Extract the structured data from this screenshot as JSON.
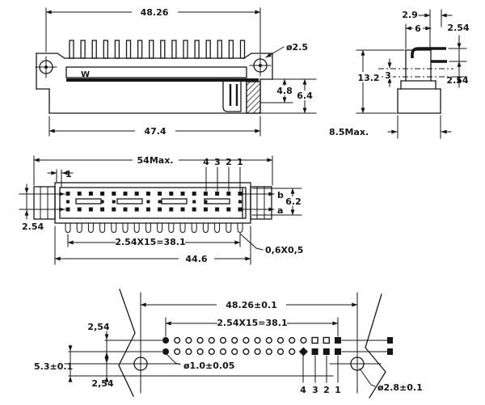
{
  "views": {
    "side": {
      "dim_width_top": "48.26",
      "hole_label": "ø2.5",
      "dim_h1": "4.8",
      "dim_h2": "6.4",
      "dim_width_bottom": "47.4",
      "logo": "W",
      "pin_count": 16
    },
    "profile": {
      "dim_a": "2.9",
      "dim_b": "6",
      "dim_pitch_top": "2.54",
      "dim_height": "13.2",
      "dim_c": "3",
      "dim_pitch_bottom": "2.54",
      "dim_base": "8.5Max."
    },
    "plan": {
      "dim_width_max": "54Max.",
      "dim_edge": "1",
      "pin_numbers": [
        "4",
        "3",
        "2",
        "1"
      ],
      "dim_pitch_row": "2.54",
      "row_top": "b",
      "row_bottom": "a",
      "dim_row_span": "6.2",
      "dim_pitch_total": "2.54X15=38.1",
      "dim_body_width": "44.6",
      "pin_note": "0,6X0,5",
      "pin_count": 16
    },
    "footprint": {
      "dim_hole_span": "48.26±0.1",
      "dim_pitch_total": "2.54X15=38.1",
      "dim_row_pitch": "2,54",
      "dim_edge_offset": "5.3±0.1",
      "dim_bottom_pitch": "2,54",
      "hole_label": "ø1.0±0.05",
      "pin_numbers": [
        "4",
        "3",
        "2",
        "1"
      ],
      "mount_hole_label": "ø2.8±0.1",
      "row_b": [
        "fc",
        "oc",
        "oc",
        "oc",
        "oc",
        "oc",
        "oc",
        "oc",
        "oc",
        "oc",
        "oc",
        "oc",
        "oc",
        "osq",
        "osq",
        "fsq"
      ],
      "row_a": [
        "fc",
        "oc",
        "oc",
        "oc",
        "oc",
        "oc",
        "oc",
        "oc",
        "oc",
        "oc",
        "oc",
        "oc",
        "fdia",
        "fsq",
        "fsq",
        "fsq"
      ]
    }
  }
}
